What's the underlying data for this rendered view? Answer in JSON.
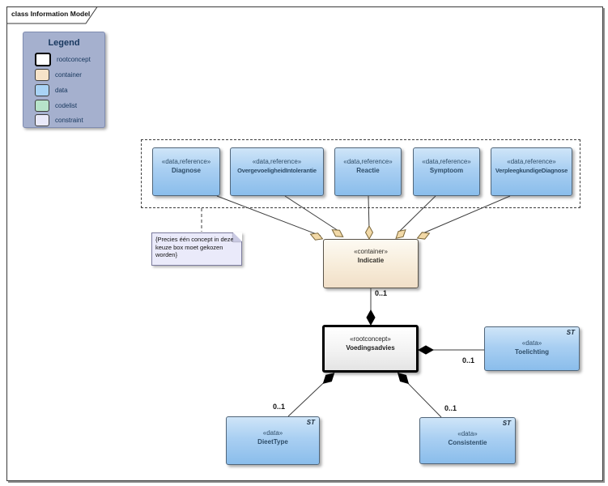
{
  "frame": {
    "title": "class Information Model"
  },
  "legend": {
    "title": "Legend",
    "items": [
      {
        "label": "rootconcept",
        "color": "#ffffff"
      },
      {
        "label": "container",
        "color": "#f6e3c8"
      },
      {
        "label": "data",
        "color": "#a9d3f5"
      },
      {
        "label": "codelist",
        "color": "#b7e3c9"
      },
      {
        "label": "constraint",
        "color": "#e9e9f9"
      }
    ]
  },
  "choice_group": {
    "boxes": [
      {
        "stereotype": "«data,reference»",
        "name": "Diagnose"
      },
      {
        "stereotype": "«data,reference»",
        "name": "OvergevoeligheidIntolerantie"
      },
      {
        "stereotype": "«data,reference»",
        "name": "Reactie"
      },
      {
        "stereotype": "«data,reference»",
        "name": "Symptoom"
      },
      {
        "stereotype": "«data,reference»",
        "name": "VerpleegkundigeDiagnose"
      }
    ]
  },
  "constraint_note": {
    "text": "{Precies één concept in deze keuze box moet gekozen worden}"
  },
  "container_box": {
    "stereotype": "«container»",
    "name": "Indicatie"
  },
  "root_box": {
    "stereotype": "«rootconcept»",
    "name": "Voedingsadvies"
  },
  "data_boxes": [
    {
      "stereotype": "«data»",
      "name": "Toelichting",
      "tag": "ST"
    },
    {
      "stereotype": "«data»",
      "name": "DieetType",
      "tag": "ST"
    },
    {
      "stereotype": "«data»",
      "name": "Consistentie",
      "tag": "ST"
    }
  ],
  "multiplicities": {
    "indicatie": "0..1",
    "toelichting": "0..1",
    "dieettype": "0..1",
    "consistentie": "0..1"
  },
  "colors": {
    "legend_bg": "#a5b0ce",
    "data_box_top": "#cfe5f8",
    "data_box_bottom": "#8abdeb",
    "container_box_bottom": "#f1dfc8",
    "box_border": "#51667a",
    "line": "#3c3c3c",
    "aggregation_diamond_fill": "#f2d9a7",
    "composition_diamond_fill": "#000000",
    "note_fill": "#eaeafa"
  }
}
